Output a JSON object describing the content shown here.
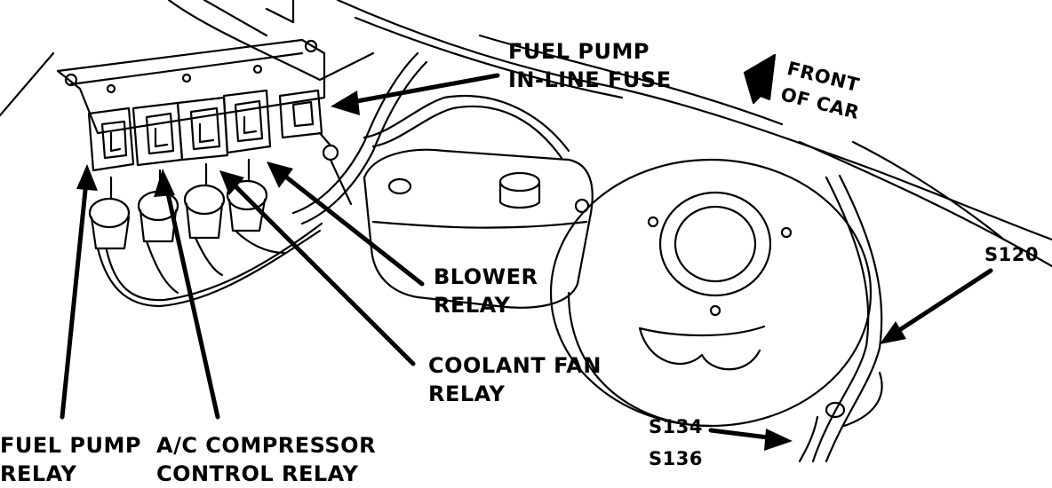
{
  "labels": {
    "fuel_pump_inline_fuse": [
      "FUEL PUMP",
      "IN-LINE FUSE"
    ],
    "front_of_car": [
      "FRONT",
      "OF CAR"
    ],
    "s120": "S120",
    "blower_relay": [
      "BLOWER",
      "RELAY"
    ],
    "coolant_fan_relay": [
      "COOLANT FAN",
      "RELAY"
    ],
    "fuel_pump_relay": [
      "FUEL PUMP",
      "RELAY"
    ],
    "ac_compressor_relay": [
      "A/C COMPRESSOR",
      "CONTROL RELAY"
    ],
    "s134": "S134",
    "s136": "S136"
  },
  "colors": {
    "ink": "#000000",
    "paper": "#ffffff"
  }
}
